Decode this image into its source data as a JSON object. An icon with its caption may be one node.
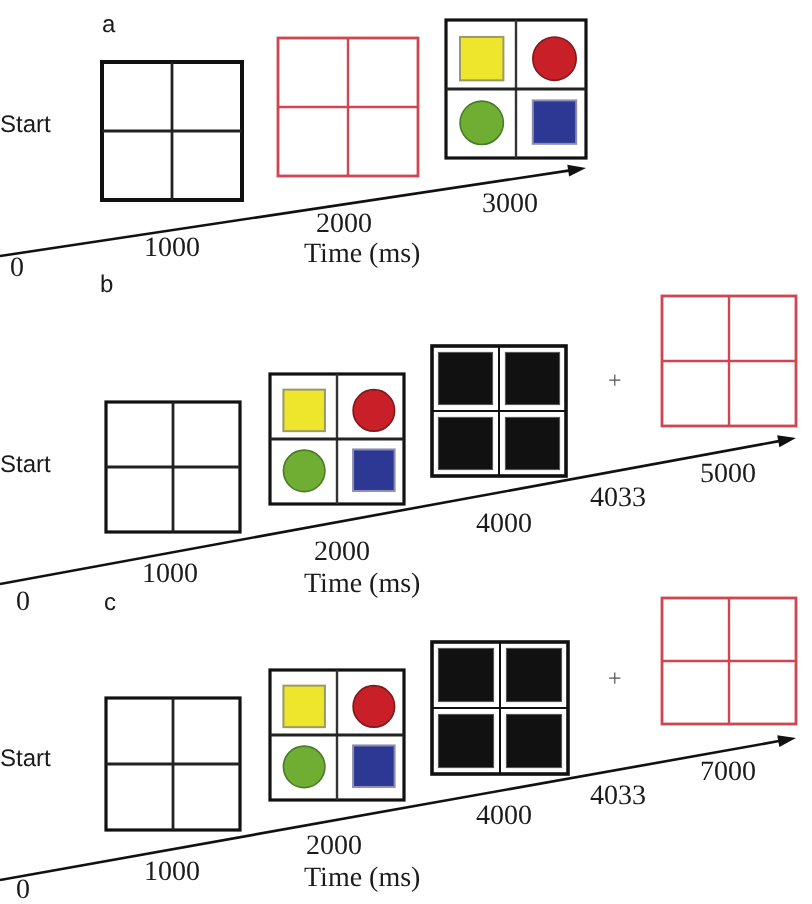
{
  "diagram": {
    "labels": [
      "a",
      "Start",
      "0",
      "1000",
      "2000",
      "Time (ms)",
      "3000",
      "b",
      "Start",
      "+",
      "0",
      "1000",
      "2000",
      "Time (ms)",
      "4000",
      "4033",
      "5000",
      "c",
      "Start",
      "+",
      "0",
      "1000",
      "2000",
      "Time (ms)",
      "4000",
      "4033",
      "7000"
    ]
  }
}
